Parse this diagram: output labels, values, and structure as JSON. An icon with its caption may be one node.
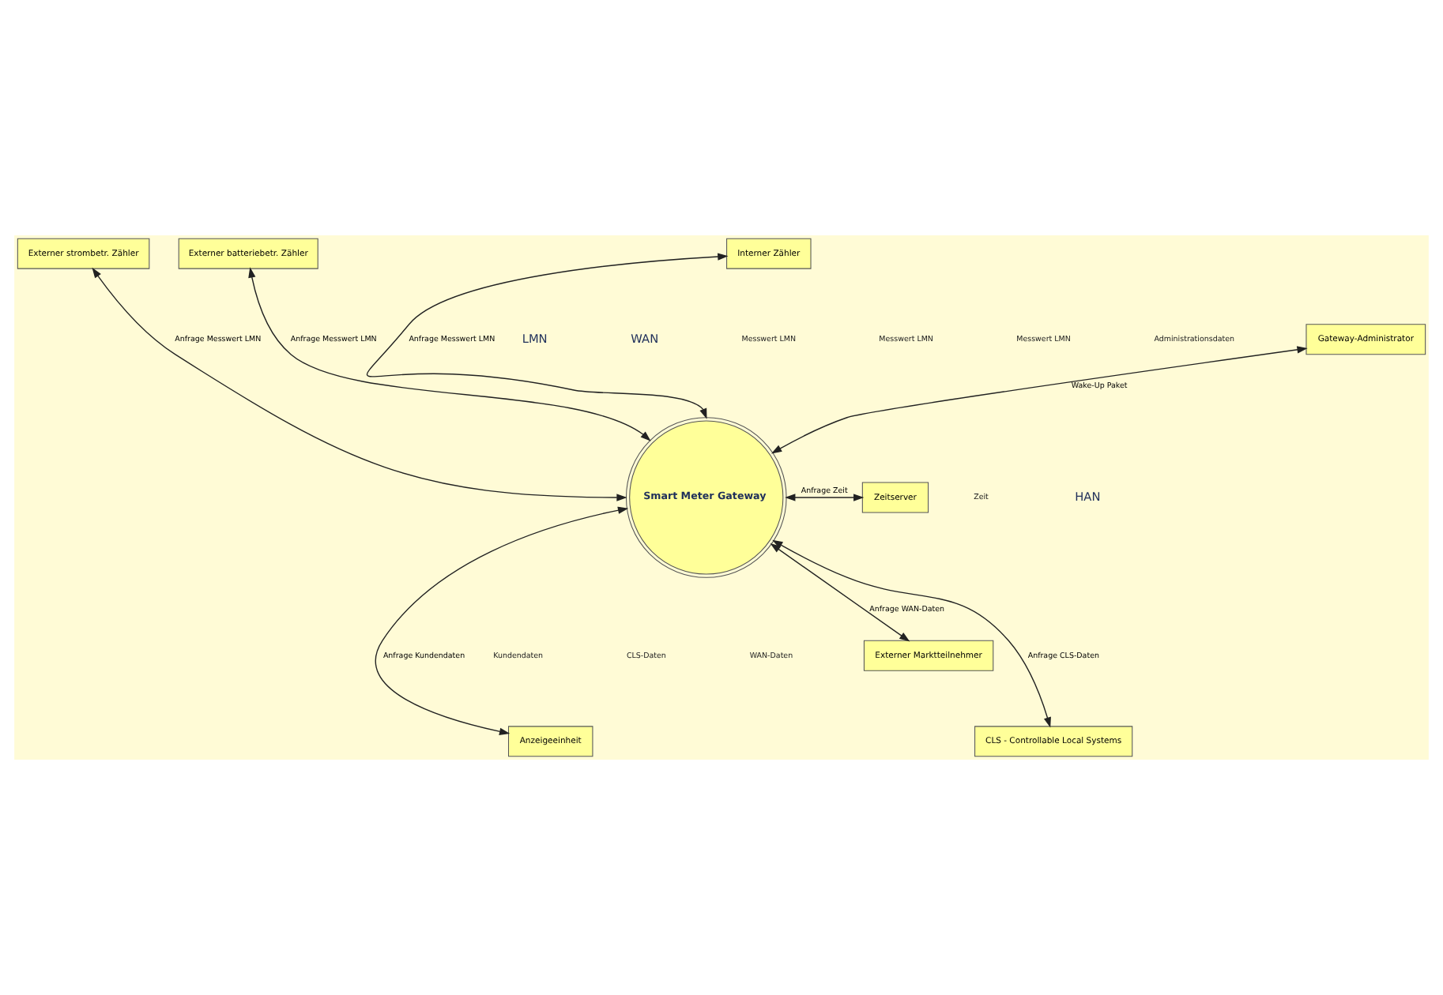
{
  "diagram": {
    "nodes": [
      {
        "text": [
          "Externer strombetr. Zähler"
        ]
      },
      {
        "text": [
          "Externer batteriebetr. Zähler"
        ]
      },
      {
        "text": [
          "Interner Zähler"
        ]
      },
      {
        "text": [
          "Gateway-Administrator"
        ]
      },
      {
        "text": [
          "Smart Meter Gateway"
        ]
      },
      {
        "text": [
          "Zeitserver"
        ]
      },
      {
        "text": [
          "Externer Marktteilnehmer"
        ]
      },
      {
        "text": [
          "Anzeigeeinheit"
        ]
      },
      {
        "text": [
          "CLS - Controllable Local Systems"
        ]
      }
    ],
    "edges": [
      {
        "from": 4,
        "to": 0,
        "arrow": "both",
        "label": "Anfrage Messwert LMN"
      },
      {
        "from": 4,
        "to": 1,
        "arrow": "both",
        "label": "Anfrage Messwert LMN"
      },
      {
        "from": 4,
        "to": 2,
        "arrow": "both",
        "label": "Anfrage Messwert LMN"
      },
      {
        "from": 4,
        "to": 3,
        "arrow": "both",
        "label": "Wake-Up Paket"
      },
      {
        "from": 4,
        "to": 5,
        "arrow": "both",
        "label": "Anfrage Zeit"
      },
      {
        "from": 4,
        "to": 6,
        "arrow": "both",
        "label": "Anfrage WAN-Daten"
      },
      {
        "from": 4,
        "to": 7,
        "arrow": "both",
        "label": "Anfrage Kundendaten"
      },
      {
        "from": 4,
        "to": 8,
        "arrow": "both",
        "label": "Anfrage CLS-Daten"
      }
    ],
    "labels": [
      "LMN",
      "WAN",
      "Messwert LMN",
      "Messwert LMN",
      "Messwert LMN",
      "Administrationsdaten",
      "Zeit",
      "HAN",
      "Kundendaten",
      "CLS-Daten",
      "WAN-Daten"
    ]
  }
}
